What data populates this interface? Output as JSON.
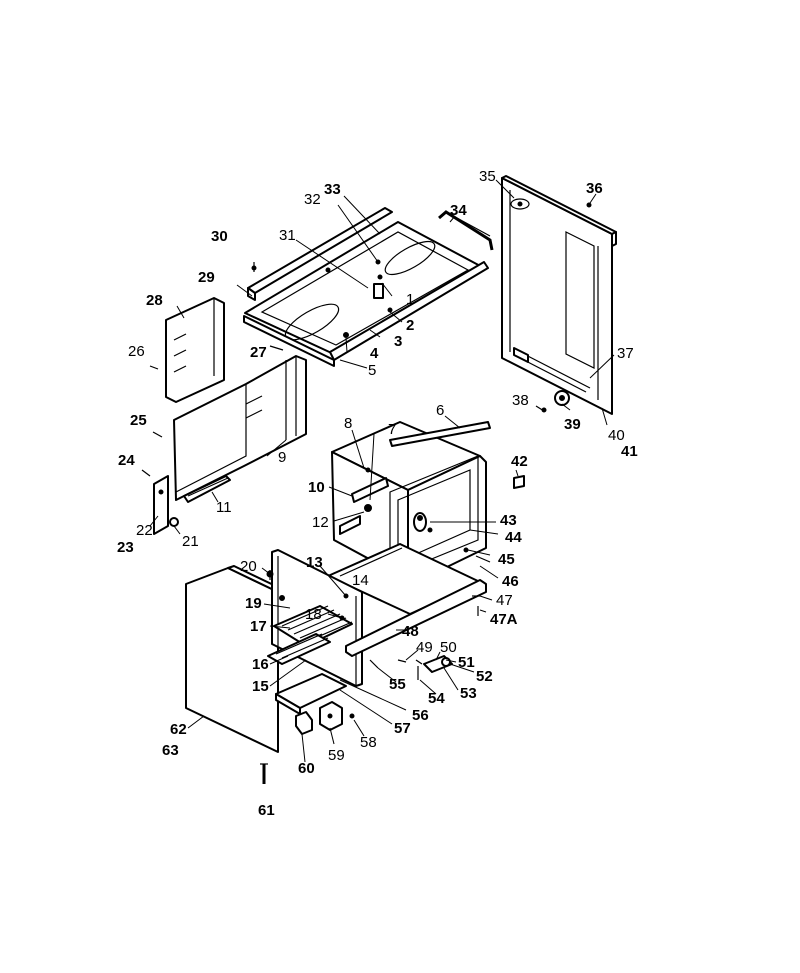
{
  "labels": {
    "l1": "1",
    "l2": "2",
    "l3": "3",
    "l4": "4",
    "l5": "5",
    "l6": "6",
    "l7": "7",
    "l8": "8",
    "l9": "9",
    "l10": "10",
    "l11": "11",
    "l12": "12",
    "l13": "13",
    "l14": "14",
    "l15": "15",
    "l16": "16",
    "l17": "17",
    "l18": "18",
    "l19": "19",
    "l20": "20",
    "l21": "21",
    "l22": "22",
    "l23": "23",
    "l24": "24",
    "l25": "25",
    "l26": "26",
    "l27": "27",
    "l28": "28",
    "l29": "29",
    "l30": "30",
    "l31": "31",
    "l32": "32",
    "l33": "33",
    "l34": "34",
    "l35": "35",
    "l36": "36",
    "l37": "37",
    "l38": "38",
    "l39": "39",
    "l40": "40",
    "l41": "41",
    "l42": "42",
    "l43": "43",
    "l44": "44",
    "l45": "45",
    "l46": "46",
    "l47": "47",
    "l47a": "47A",
    "l48": "48",
    "l49": "49",
    "l50": "50",
    "l51": "51",
    "l52": "52",
    "l53": "53",
    "l54": "54",
    "l55": "55",
    "l56": "56",
    "l57": "57",
    "l58": "58",
    "l59": "59",
    "l60": "60",
    "l61": "61",
    "l62": "62",
    "l63": "63"
  }
}
